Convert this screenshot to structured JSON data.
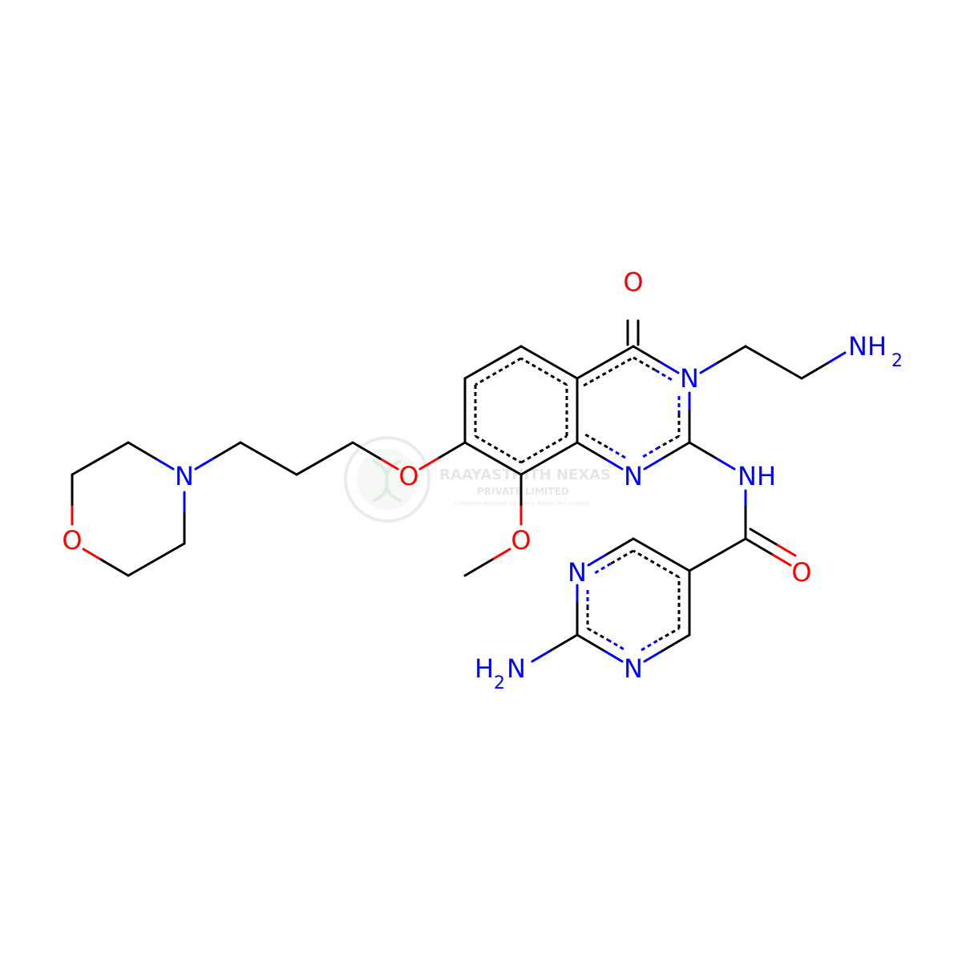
{
  "colors": {
    "carbon": "#000000",
    "nitrogen": "#0000ff",
    "oxygen": "#ff0000",
    "watermark": "#c9d3c9"
  },
  "atoms": {
    "o_carbonyl_top": "O",
    "n3": "N",
    "nh2_chain": "NH",
    "nh2_chain_sub": "2",
    "n1": "N",
    "nh_amide": "NH",
    "o_amide": "O",
    "o_ether": "O",
    "o_methoxy": "O",
    "n_morpholine": "N",
    "o_morpholine": "O",
    "n_pyr_top": "N",
    "n_pyr_bottom": "N",
    "h2n_pyr": "H",
    "h2n_pyr_sub": "2",
    "h2n_pyr_n": "N"
  },
  "watermark": {
    "name": "RAAYASTHITH NEXAS",
    "subtitle": "PRIVATE LIMITED",
    "tagline": "Complete solutions for every molecule's journey"
  }
}
